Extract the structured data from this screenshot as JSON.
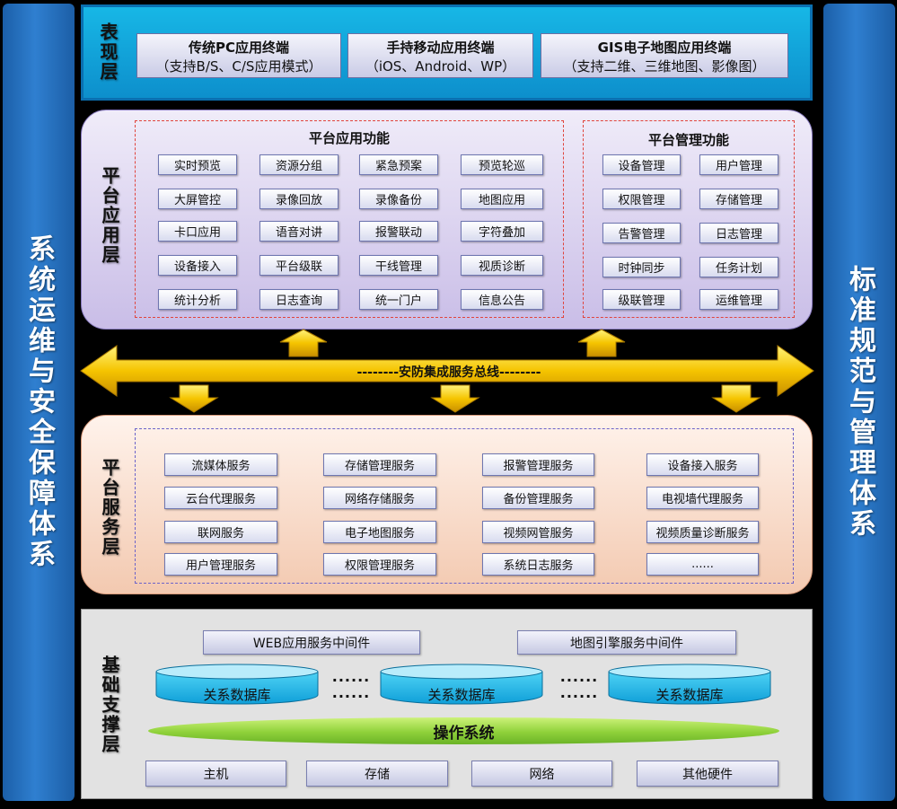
{
  "left_side": "系统运维与安全保障体系",
  "right_side": "标准规范与管理体系",
  "presentation": {
    "label": "表现层",
    "terminals": [
      {
        "title": "传统PC应用终端",
        "sub": "（支持B/S、C/S应用模式）"
      },
      {
        "title": "手持移动应用终端",
        "sub": "（iOS、Android、WP）"
      },
      {
        "title": "GIS电子地图应用终端",
        "sub": "（支持二维、三维地图、影像图）"
      }
    ]
  },
  "app_layer": {
    "label": "平台应用层",
    "func_title": "平台应用功能",
    "func_items": [
      "实时预览",
      "资源分组",
      "紧急预案",
      "预览轮巡",
      "大屏管控",
      "录像回放",
      "录像备份",
      "地图应用",
      "卡口应用",
      "语音对讲",
      "报警联动",
      "字符叠加",
      "设备接入",
      "平台级联",
      "干线管理",
      "视质诊断",
      "统计分析",
      "日志查询",
      "统一门户",
      "信息公告"
    ],
    "mgmt_title": "平台管理功能",
    "mgmt_items": [
      "设备管理",
      "用户管理",
      "权限管理",
      "存储管理",
      "告警管理",
      "日志管理",
      "时钟同步",
      "任务计划",
      "级联管理",
      "运维管理"
    ]
  },
  "bus": {
    "label": "--------安防集成服务总线--------"
  },
  "service_layer": {
    "label": "平台服务层",
    "items": [
      "流媒体服务",
      "存储管理服务",
      "报警管理服务",
      "设备接入服务",
      "云台代理服务",
      "网络存储服务",
      "备份管理服务",
      "电视墙代理服务",
      "联网服务",
      "电子地图服务",
      "视频网管服务",
      "视频质量诊断服务",
      "用户管理服务",
      "权限管理服务",
      "系统日志服务",
      "......"
    ]
  },
  "base_layer": {
    "label": "基础支撑层",
    "middleware": [
      "WEB应用服务中间件",
      "地图引擎服务中间件"
    ],
    "db_label": "关系数据库",
    "dots": "......",
    "os": "操作系统",
    "hardware": [
      "主机",
      "存储",
      "网络",
      "其他硬件"
    ]
  },
  "colors": {
    "bus": "#f5c400",
    "pillar": "#2f7fd0",
    "presentation": "#17b7e6"
  }
}
